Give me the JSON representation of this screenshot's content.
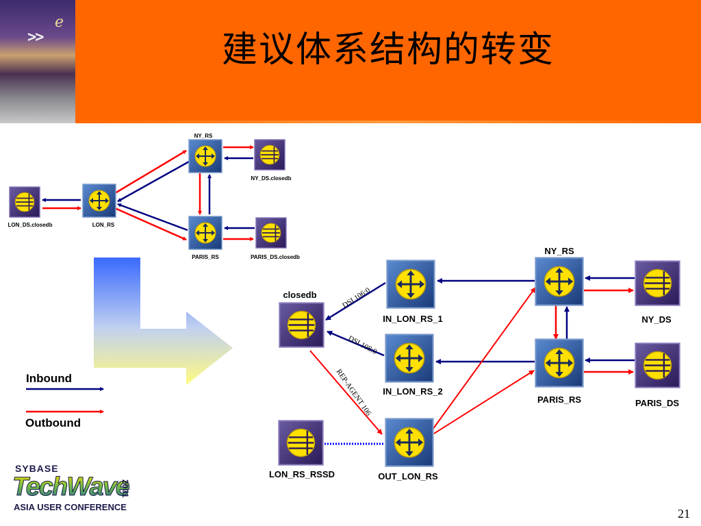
{
  "slide": {
    "title": "建议体系结构的转变",
    "page_number": "21"
  },
  "colors": {
    "inbound": "#000080",
    "outbound": "#ff0000",
    "link": "#0000ff",
    "banner": "#ff6600",
    "node_fill": "#3a6aa8",
    "icon_fill": "#ffe000"
  },
  "top_diagram": {
    "nodes": {
      "ny_rs": "NY_RS",
      "ny_ds": "NY_DS.closedb",
      "lon_ds": "LON_DS.closedb",
      "lon_rs": "LON_RS",
      "paris_rs": "PARIS_RS",
      "paris_ds": "PARIS_DS.closedb"
    }
  },
  "bottom_diagram": {
    "nodes": {
      "ny_rs": "NY_RS",
      "closedb": "closedb",
      "in_lon_rs_1": "IN_LON_RS_1",
      "ny_ds": "NY_DS",
      "in_lon_rs_2": "IN_LON_RS_2",
      "paris_rs": "PARIS_RS",
      "paris_ds": "PARIS_DS",
      "lon_rs_rssd": "LON_RS_RSSD",
      "out_lon_rs": "OUT_LON_RS"
    },
    "connections": {
      "dsi_106": "DSI 106:0",
      "dsi_108": "DSI 108:0",
      "rep_agent": "REP-AGENT 106"
    }
  },
  "legend": {
    "inbound": "Inbound",
    "outbound": "Outbound"
  },
  "logo": {
    "brand": "SYBASE",
    "product": "TechWave",
    "year": "2001",
    "tagline": "ASIA USER CONFERENCE"
  },
  "banner_photo": {
    "letter": "e",
    "chevrons": ">>"
  }
}
